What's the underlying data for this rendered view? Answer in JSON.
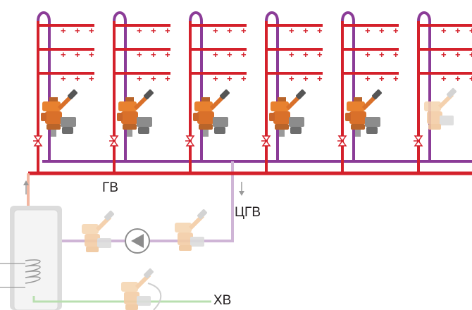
{
  "labels": {
    "hot_water": "ГВ",
    "circulation": "ЦГВ",
    "cold_water": "ХВ"
  },
  "colors": {
    "supply": "#d4212b",
    "circulation": "#8b3c97",
    "circulation_light": "#cfb5d6",
    "supply_light": "#f2b6a0",
    "cold_light": "#b9dfb0",
    "valve_orange": "#e8812f",
    "valve_light": "#f6d6b3",
    "tank": "#dcdcdc"
  },
  "risers": [
    {
      "name": "riser-1",
      "valve": "active"
    },
    {
      "name": "riser-2",
      "valve": "active"
    },
    {
      "name": "riser-3",
      "valve": "active"
    },
    {
      "name": "riser-4",
      "valve": "active"
    },
    {
      "name": "riser-5",
      "valve": "active"
    },
    {
      "name": "riser-6",
      "valve": "faded"
    }
  ]
}
